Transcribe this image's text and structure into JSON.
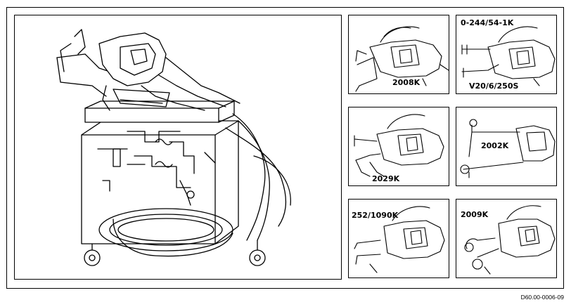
{
  "labels": {
    "p1": "2008K",
    "p2_top": "0-244/54-1K",
    "p2_bottom": "V20/6/250S",
    "p3": "2029K",
    "p4": "2002K",
    "p5": "252/1090K",
    "p6": "2009K"
  },
  "reference": "D60.00-0006-09"
}
